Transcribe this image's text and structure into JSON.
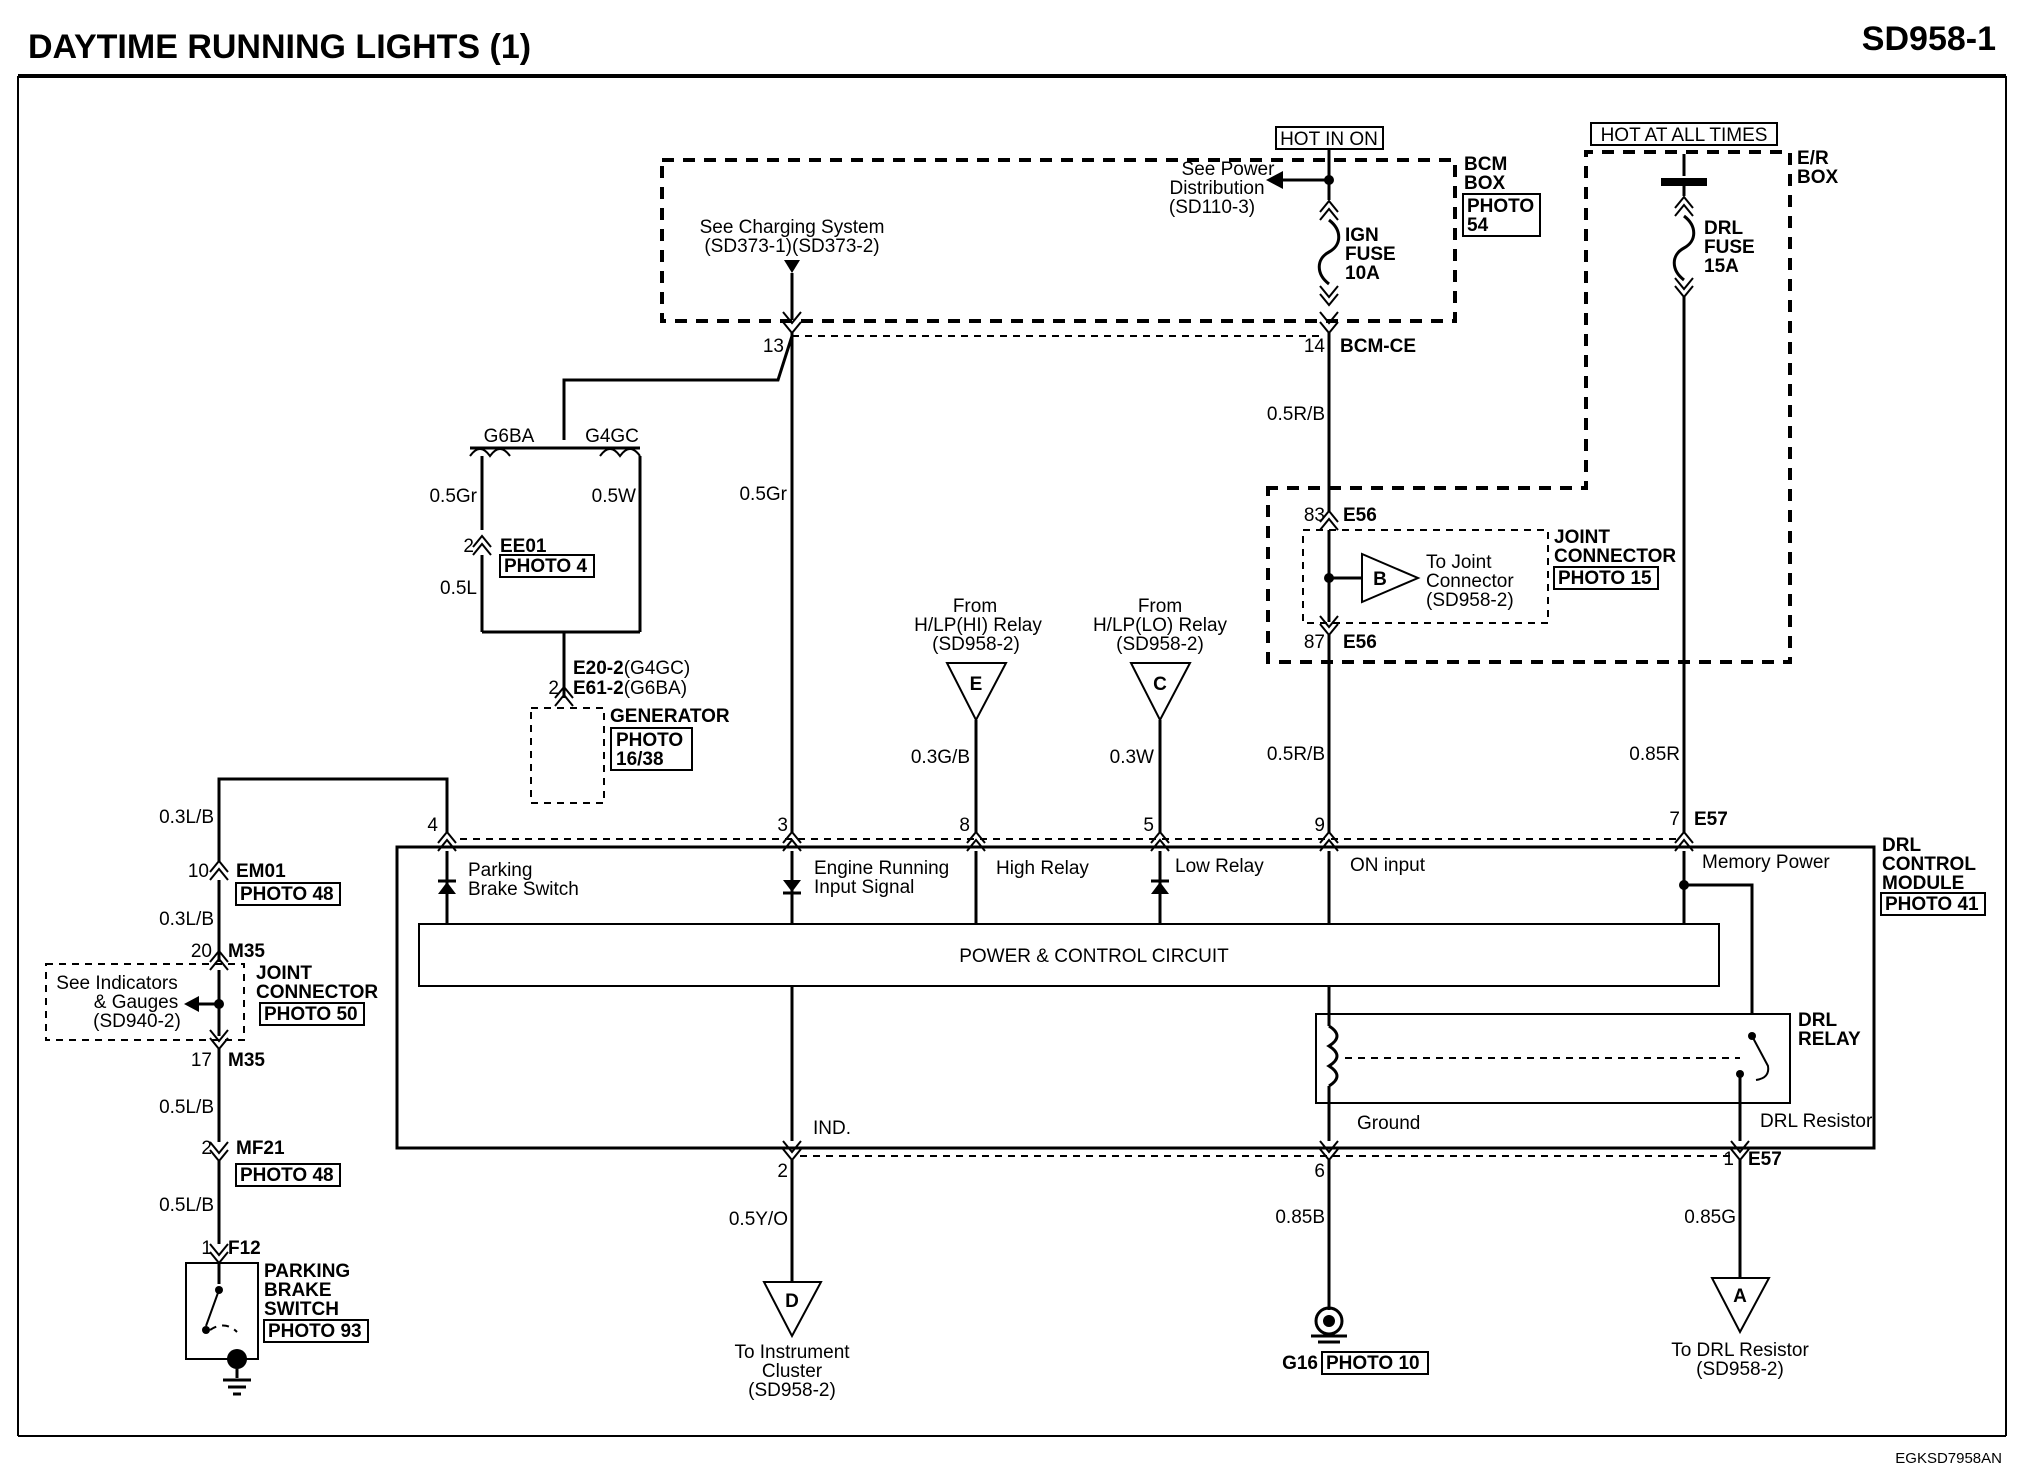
{
  "header": {
    "title": "DAYTIME RUNNING LIGHTS (1)",
    "code": "SD958-1"
  },
  "footer": {
    "ref": "EGKSD7958AN"
  },
  "bcm_box": {
    "label_1": "BCM",
    "label_2": "BOX",
    "photo": "PHOTO",
    "photo_num": "54"
  },
  "er_box": {
    "label_1": "E/R",
    "label_2": "BOX"
  },
  "hot_in_on": "HOT IN ON",
  "hot_at_all_times": "HOT AT ALL TIMES",
  "power_dist": {
    "line1": "See Power",
    "line2": "Distribution",
    "line3": "(SD110-3)"
  },
  "ign_fuse": {
    "line1": "IGN",
    "line2": "FUSE",
    "line3": "10A"
  },
  "drl_fuse": {
    "line1": "DRL",
    "line2": "FUSE",
    "line3": "15A"
  },
  "charging": {
    "line1": "See Charging System",
    "line2": "(SD373-1)(SD373-2)"
  },
  "pins": {
    "p13": "13",
    "p14": "14",
    "bcm_ce": "BCM-CE",
    "p83": "83",
    "e56_top": "E56",
    "p87": "87",
    "e56_bot": "E56",
    "p4": "4",
    "p3": "3",
    "p8": "8",
    "p5": "5",
    "p9": "9",
    "p7": "7",
    "e57_top": "E57",
    "p2": "2",
    "p6": "6",
    "p1": "1",
    "e57_bot": "E57",
    "p10": "10",
    "em01": "EM01",
    "p20": "20",
    "m35_top": "M35",
    "p17": "17",
    "m35_bot": "M35",
    "pmf21": "2",
    "mf21": "MF21",
    "pf12": "1",
    "f12": "F12",
    "pee01": "2",
    "ee01": "EE01",
    "pgen": "2",
    "e20": "E20-2",
    "e20_suffix": "(G4GC)",
    "e61": "E61-2",
    "e61_suffix": "(G6BA)"
  },
  "wires": {
    "w_05rb_top": "0.5R/B",
    "w_05gr_left": "0.5Gr",
    "w_05w": "0.5W",
    "w_05gr_mid": "0.5Gr",
    "w_05l": "0.5L",
    "w_03gb": "0.3G/B",
    "w_03w": "0.3W",
    "w_05rb_mid": "0.5R/B",
    "w_085r": "0.85R",
    "w_03lb_1": "0.3L/B",
    "w_03lb_2": "0.3L/B",
    "w_05lb_1": "0.5L/B",
    "w_05lb_2": "0.5L/B",
    "w_05yo": "0.5Y/O",
    "w_085b": "0.85B",
    "w_085g": "0.85G"
  },
  "engines": {
    "g6ba": "G6BA",
    "g4gc": "G4GC"
  },
  "photos": {
    "ee01": "PHOTO 4",
    "joint15": "PHOTO 15",
    "gen_1": "PHOTO",
    "gen_2": "16/38",
    "em01": "PHOTO 48",
    "joint50": "PHOTO 50",
    "mf21": "PHOTO 48",
    "pbs": "PHOTO 93",
    "drl_module": "PHOTO 41",
    "g16": "PHOTO 10"
  },
  "generator": "GENERATOR",
  "joint_connector_top": {
    "line1": "JOINT",
    "line2": "CONNECTOR",
    "to_line1": "To Joint",
    "to_line2": "Connector",
    "to_line3": "(SD958-2)",
    "tri": "B"
  },
  "joint_connector_left": {
    "line1": "JOINT",
    "line2": "CONNECTOR",
    "see_line1": "See Indicators",
    "see_line2": "& Gauges",
    "see_line3": "(SD940-2)"
  },
  "from_hi": {
    "line1": "From",
    "line2": "H/LP(HI) Relay",
    "line3": "(SD958-2)",
    "tri": "E"
  },
  "from_lo": {
    "line1": "From",
    "line2": "H/LP(LO) Relay",
    "line3": "(SD958-2)",
    "tri": "C"
  },
  "module": {
    "label_1": "DRL",
    "label_2": "CONTROL",
    "label_3": "MODULE",
    "parking_1": "Parking",
    "parking_2": "Brake Switch",
    "engine_1": "Engine Running",
    "engine_2": "Input Signal",
    "high_relay": "High Relay",
    "low_relay": "Low Relay",
    "on_input": "ON input",
    "memory_power": "Memory Power",
    "power_control": "POWER & CONTROL CIRCUIT",
    "ind": "IND.",
    "ground": "Ground",
    "drl_resistor": "DRL Resistor"
  },
  "drl_relay": {
    "line1": "DRL",
    "line2": "RELAY"
  },
  "parking_brake_switch": {
    "line1": "PARKING",
    "line2": "BRAKE",
    "line3": "SWITCH"
  },
  "to_cluster": {
    "line1": "To Instrument",
    "line2": "Cluster",
    "line3": "(SD958-2)",
    "tri": "D"
  },
  "to_drl_resistor": {
    "line1": "To DRL Resistor",
    "line2": "(SD958-2)",
    "tri": "A"
  },
  "ground": {
    "label": "G16"
  }
}
